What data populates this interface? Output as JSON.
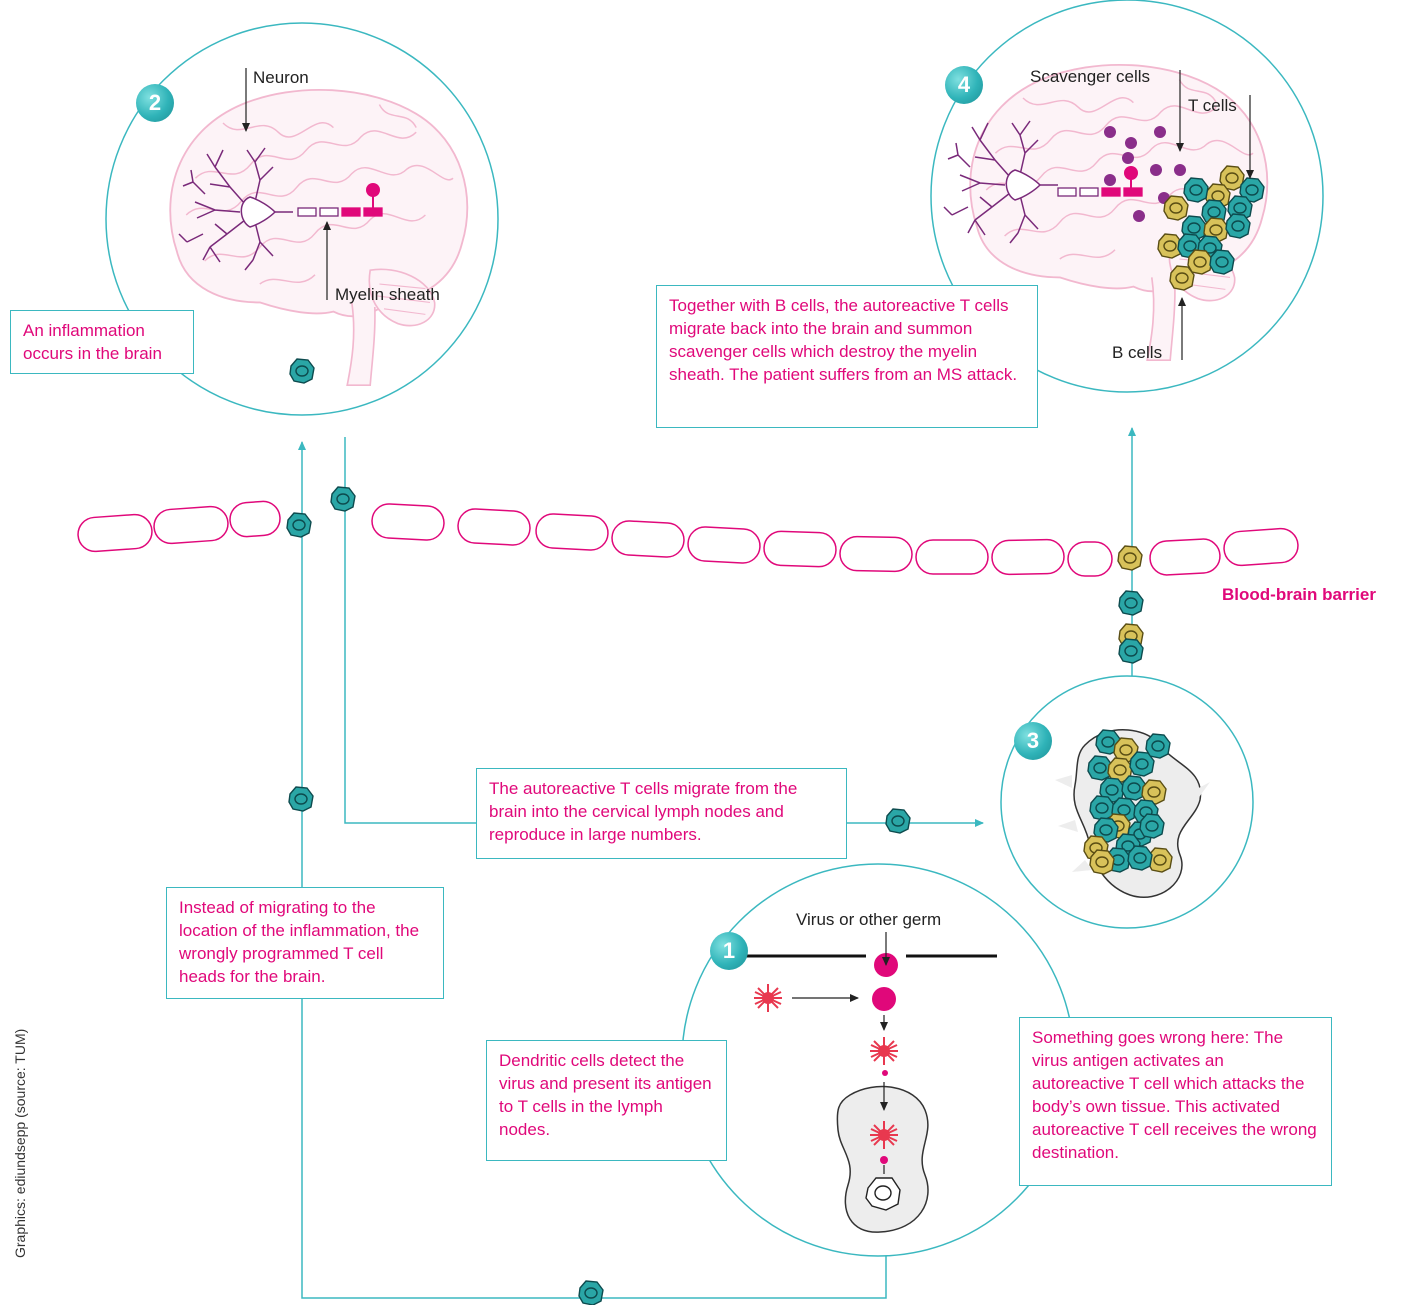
{
  "steps": [
    "1",
    "2",
    "3",
    "4"
  ],
  "labels": {
    "neuron": "Neuron",
    "myelin": "Myelin sheath",
    "scavenger": "Scavenger cells",
    "t_cells": "T cells",
    "b_cells": "B cells",
    "virus": "Virus or other germ",
    "bbb": "Blood-brain barrier"
  },
  "boxes": {
    "inflammation": "An inflammation occurs in the brain",
    "together": "Together with B cells, the autoreactive T cells migrate back into the brain and summon  scavenger cells which destroy the myelin sheath. The patient suffers from an MS attack.",
    "migrate": "The autoreactive T cells migrate from the brain into the cervical lymph nodes and reproduce in large numbers.",
    "instead": "Instead of migrating to the location of the inflammation, the wrongly programmed T cell heads for the brain.",
    "dendritic": "Dendritic cells detect the virus and present its antigen to T cells in the lymph nodes.",
    "something": "Something goes wrong here: The virus antigen activates an autoreactive T cell which attacks the body’s own tissue. This activated autoreactive T cell receives the wrong destination."
  },
  "credit": "Graphics: ediundsepp (source: TUM)",
  "colors": {
    "teal": "#3bb8c0",
    "magenta": "#e0087a",
    "brain_pink": "#f2b8cf",
    "t_cell": "#2aa6a6",
    "b_cell": "#d8c25a",
    "scavenger": "#8a2e8a",
    "virus_red": "#e8384f"
  }
}
